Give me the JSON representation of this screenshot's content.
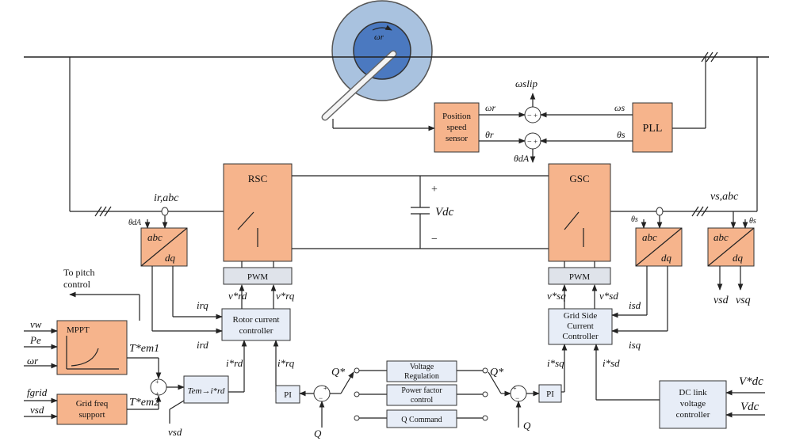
{
  "blocks": {
    "position_sensor": [
      "Position",
      "speed",
      "sensor"
    ],
    "pll": "PLL",
    "rsc": "RSC",
    "gsc": "GSC",
    "abc": "abc",
    "dq": "dq",
    "pwm": "PWM",
    "rotor_controller": [
      "Rotor current",
      "controller"
    ],
    "grid_controller": [
      "Grid Side",
      "Current",
      "Controller"
    ],
    "mppt": "MPPT",
    "grid_freq": [
      "Grid freq",
      "support"
    ],
    "pi": "PI",
    "voltage_reg": [
      "Voltage",
      "Regulation"
    ],
    "power_factor": [
      "Power factor",
      "control"
    ],
    "q_command": "Q Command",
    "dc_link": [
      "DC link",
      "voltage",
      "controller"
    ],
    "to_pitch": [
      "To pitch",
      "control"
    ]
  },
  "signals": {
    "omega_r": "ωr",
    "omega_slip": "ωslip",
    "omega_s": "ωs",
    "theta_r": "θr",
    "theta_s": "θs",
    "theta_dA": "θdA",
    "i_r_abc": "ir,abc",
    "v_s_abc": "vs,abc",
    "vdc": "Vdc",
    "plus": "+",
    "minus": "−",
    "vrd_star": "v*rd",
    "vrq_star": "v*rq",
    "vsq_star": "v*sq",
    "vsd_star": "v*sd",
    "irq": "irq",
    "ird": "ird",
    "ird_star": "i*rd",
    "irq_star": "i*rq",
    "isd": "isd",
    "isq": "isq",
    "isq_star": "i*sq",
    "isd_star": "i*sd",
    "vw": "vw",
    "pe": "Pe",
    "fgrid": "fgrid",
    "vsd": "vsd",
    "vsq": "vsq",
    "tem1": "T*em1",
    "tem2": "T*em2",
    "tem_to_ird": "Tem→i*rd",
    "q_star": "Q*",
    "q": "Q",
    "vdc_star": "V*dc"
  }
}
